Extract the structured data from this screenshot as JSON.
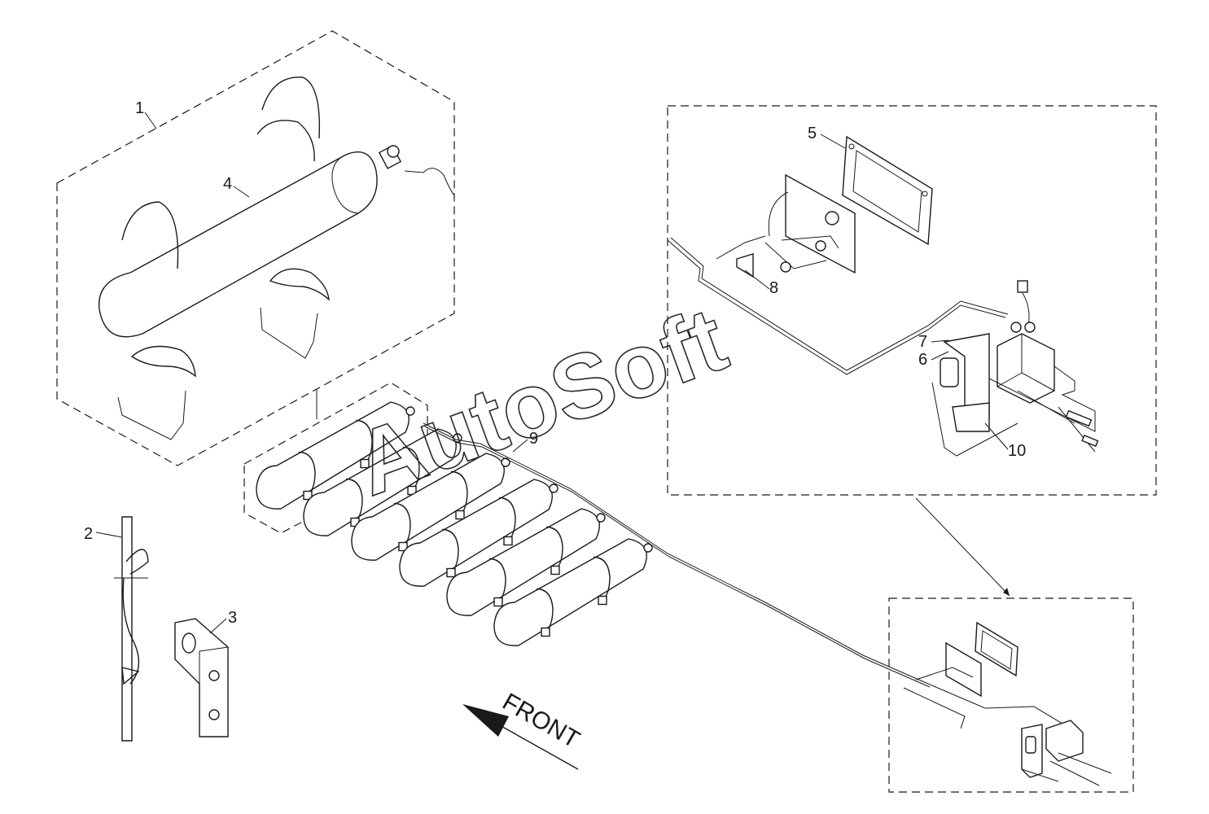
{
  "callouts": [
    "1",
    "2",
    "3",
    "4",
    "5",
    "6",
    "7",
    "8",
    "9",
    "10"
  ],
  "front_label": "FRONT",
  "watermark": "AutoSoft"
}
